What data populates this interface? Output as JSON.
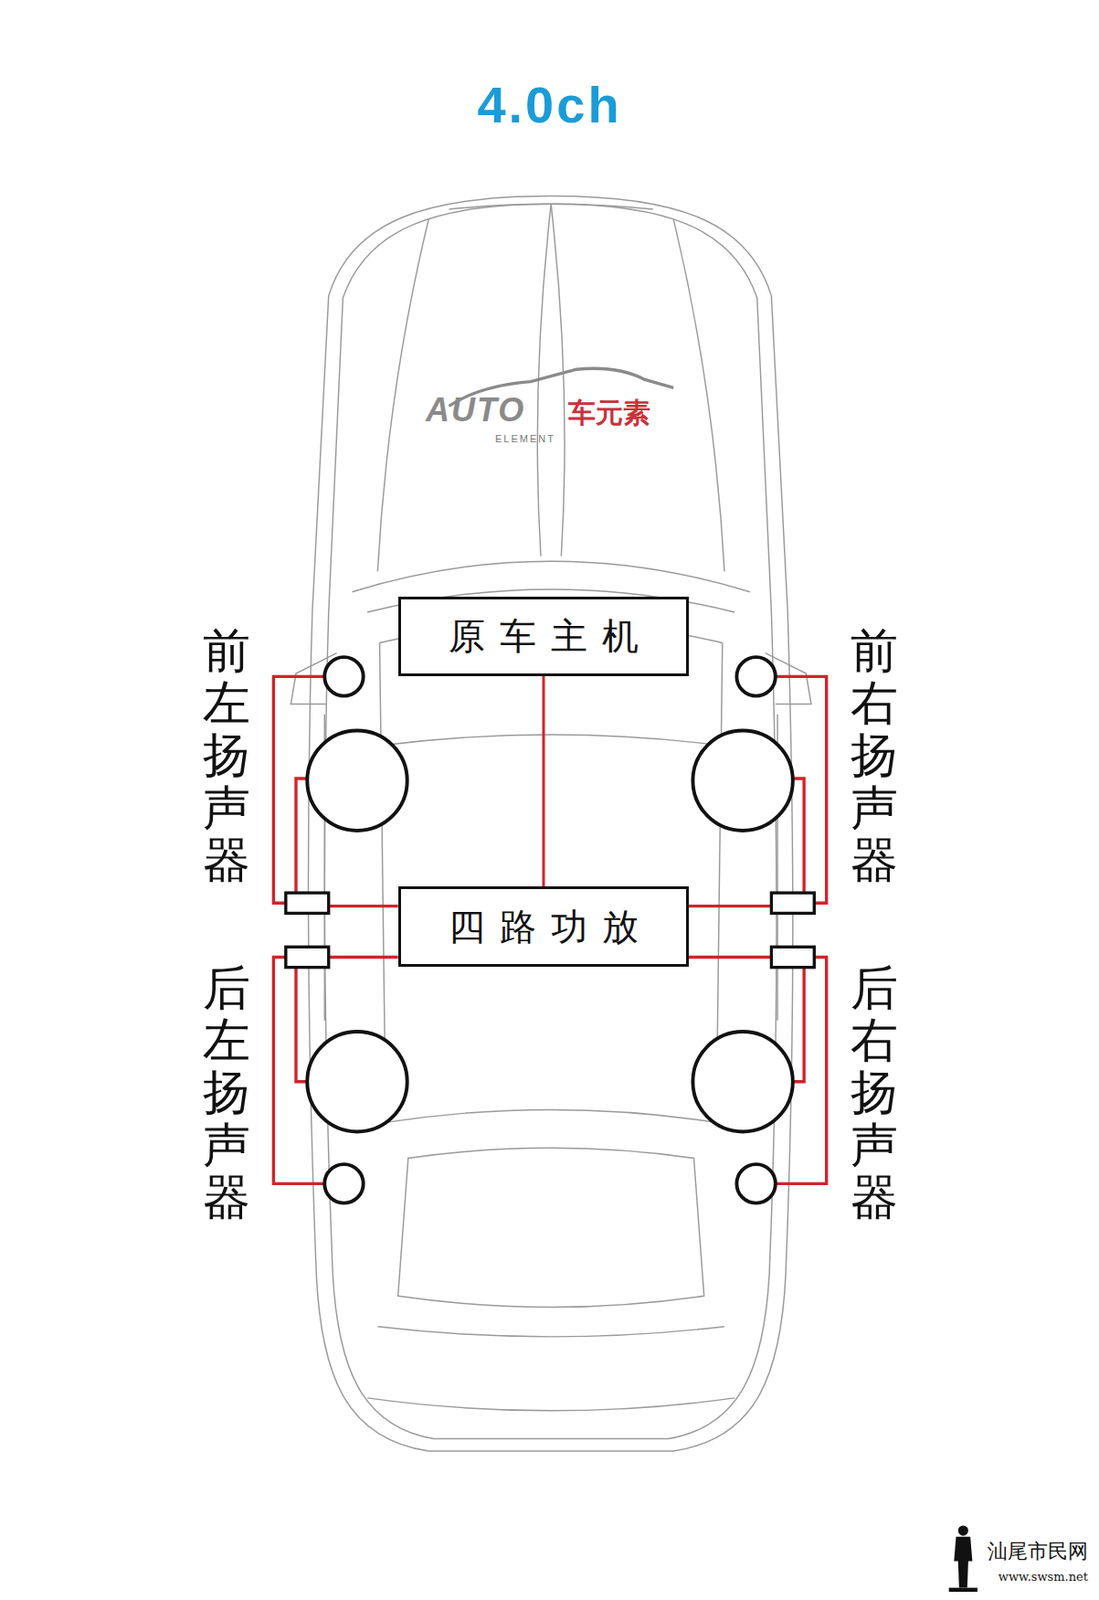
{
  "diagram": {
    "title": "4.0ch",
    "nodes": [
      {
        "text": [
          "原车主机"
        ]
      },
      {
        "text": [
          "四路功放"
        ]
      }
    ],
    "edges": [
      {
        "from": 0,
        "to": 1,
        "arrow": "none"
      }
    ],
    "labels": [
      "前左扬声器",
      "前右扬声器",
      "后左扬声器",
      "后右扬声器",
      "AUTO",
      "车元素",
      "ELEMENT",
      "汕尾市民网",
      "www.swsm.net"
    ]
  }
}
